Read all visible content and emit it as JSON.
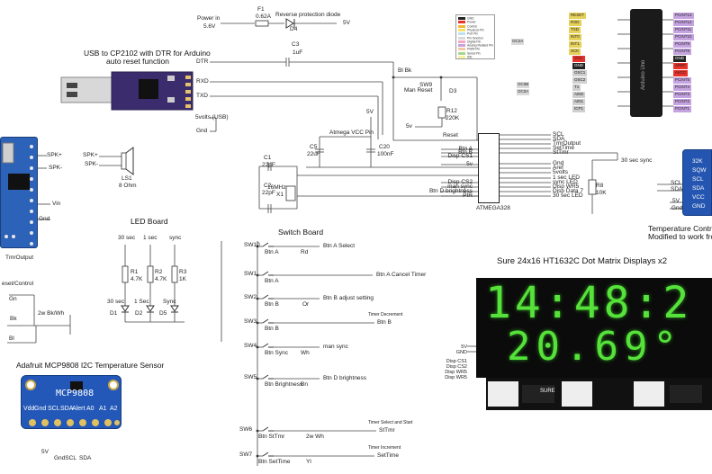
{
  "titles": {
    "usb": "USB to CP2102 with DTR for Arduino",
    "usb2": "auto reset function",
    "led_board": "LED Board",
    "switch_board": "Switch Board",
    "sensor": "Adafruit MCP9808 I2C Temperature Sensor",
    "display": "Sure 24x16 HT1632C Dot Matrix Displays x2",
    "temp_ctrl": "Temperature Controlle",
    "temp_ctrl2": "Modified to work from"
  },
  "power": {
    "label": "Power in",
    "volt": "5.6V",
    "fuse": "F1",
    "fuse_val": "0.62A",
    "diode_title": "Reverse protection diode",
    "diode": "D4",
    "out": "5V"
  },
  "usb": {
    "dtr": "DTR",
    "rxd": "RXD",
    "txd": "TXD",
    "v5": "5volts (USB)",
    "gnd": "Gnd",
    "c3": "C3",
    "c3v": "1uF"
  },
  "reset": {
    "bl_bk": "Bl Bk",
    "sw9": "SW9",
    "manreset": "Man Reset",
    "d3": "D3",
    "r12": "R12",
    "r12v": "220K",
    "v5": "5v",
    "reset": "Reset"
  },
  "vcc": {
    "title": "Atmega VCC Pin",
    "v5": "5V",
    "c5": "C5",
    "c5v": "22uF",
    "c20": "C20",
    "c20v": "100nF"
  },
  "crystal": {
    "c1": "C1",
    "c1v": "22pF",
    "c2": "C2",
    "c2v": "22pF",
    "x1": "X1",
    "x1v": "16MHz"
  },
  "mcu": {
    "name": "ATMEGA328",
    "left": [
      "Btn A",
      "Btn B",
      "Disp CS1",
      "5v",
      "Disp CS2",
      "man sync",
      "Btn D brightness",
      "PIR"
    ],
    "right": [
      "SCL",
      "SDA",
      "TmrOutput",
      "SetTime",
      "StTmr",
      "Gnd",
      "Aref",
      "5volts",
      "1 sec LED",
      "sync LED",
      "Disp WR5",
      "Disp Data 7",
      "30 sec LED"
    ],
    "r8": "R8",
    "r8v": "10K",
    "sync30": "30 sec sync"
  },
  "speaker": {
    "spkp": "SPK+",
    "spkm": "SPK-",
    "ls1": "LS1",
    "ls1v": "8 Ohm"
  },
  "left_module": {
    "spkp": "SPK+",
    "spkm": "SPK-",
    "vin": "Vin",
    "gnd": "Gnd",
    "tmr": "TmrOutput",
    "reset": "eset/Control",
    "gn": "Gn",
    "bk": "Bk",
    "bl": "Bl",
    "bkwh": "2w Bk/Wh"
  },
  "leds": {
    "h30": "30 sec",
    "h1": "1 sec",
    "hsync": "sync",
    "r1": "R1",
    "r1v": "4.7K",
    "r2": "R2",
    "r2v": "4.7K",
    "r3": "R3",
    "r3v": "1K",
    "d30": "30 sec",
    "d1s": "1 Sec",
    "dsync": "Sync",
    "d1": "D1",
    "d2": "D2",
    "d5": "D5"
  },
  "switches": [
    {
      "sw": "SW10",
      "btn": "Btn A",
      "wire": "Rd",
      "desc": "Btn A Select",
      "note": ""
    },
    {
      "sw": "SW1",
      "btn": "Btn A",
      "wire": "",
      "desc": "Btn A Cancel Timer",
      "note": ""
    },
    {
      "sw": "SW2",
      "btn": "Btn B",
      "wire": "Or",
      "desc": "Btn B adjust setting",
      "note": ""
    },
    {
      "sw": "SW3",
      "btn": "Btn B",
      "wire": "",
      "desc": "Btn B",
      "note": "Timer Decrement"
    },
    {
      "sw": "SW4",
      "btn": "Btn Sync",
      "wire": "Wh",
      "desc": "man sync",
      "note": ""
    },
    {
      "sw": "SW5",
      "btn": "Btn Brightness",
      "wire": "Bn",
      "desc": "Btn D brightness",
      "note": ""
    },
    {
      "sw": "SW6",
      "btn": "Btn StTmr",
      "wire": "2w Wh",
      "desc": "StTmr",
      "note": "Timer Select and Start"
    },
    {
      "sw": "SW7",
      "btn": "Btn SetTime",
      "wire": "Yl",
      "desc": "SetTime",
      "note": "Timer Increment"
    }
  ],
  "sensor": {
    "chip": "MCP9808",
    "pins": [
      "Vdd",
      "Gnd",
      "SCL",
      "SDA",
      "Alert",
      "A0",
      "A1",
      "A2"
    ],
    "v5": "5V",
    "gndscl": "GndSCL",
    "sda": "SDA"
  },
  "display": {
    "line1": "14:48:2",
    "line2": "20.69°",
    "brand": "SURE",
    "pins": [
      "5V",
      "GND",
      "Disp CS1",
      "Disp CS2",
      "Disp WR5",
      "Disp WR5"
    ]
  },
  "temp_module": {
    "pins": [
      "32K",
      "SQW",
      "SCL",
      "SDA",
      "VCC",
      "GND"
    ],
    "scl": "SCL",
    "sda": "SDA",
    "v5": "5V",
    "gnd": "Gnd"
  },
  "arduino": {
    "legend": [
      "GND",
      "Power",
      "Control",
      "Physical Pin",
      "Port Pin",
      "Pin function",
      "Digital Pin",
      "Analog Related Pin",
      "PWM Pin",
      "Serial Pin",
      "IDE"
    ],
    "legend_colors": [
      "#222222",
      "#e8322a",
      "#f2b53a",
      "#f6e36b",
      "#bde0f5",
      "#d9d9d9",
      "#f4a6c7",
      "#c5a3e0",
      "#f6c8a0",
      "#a8d58c",
      "#f7f1a5"
    ],
    "chip": "Arduino Uno",
    "left_labels": [
      "RESET",
      "RXD",
      "TXD",
      "INT0",
      "INT1",
      "XCK",
      "VCC",
      "GND",
      "OSC1",
      "OSC2",
      "T1",
      "AIN0",
      "AIN1",
      "ICP1"
    ],
    "right_labels": [
      "PCINT13",
      "PCINT12",
      "PCINT11",
      "PCINT10",
      "PCINT9",
      "PCINT8",
      "GND",
      "AREF",
      "AVCC",
      "PCINT5",
      "PCINT4",
      "PCINT3",
      "PCINT2",
      "PCINT1"
    ],
    "gnd": "GND",
    "aref": "AREF",
    "oc2a": "OC2A",
    "oc0b": "OC0B",
    "oc0a": "OC0A"
  }
}
